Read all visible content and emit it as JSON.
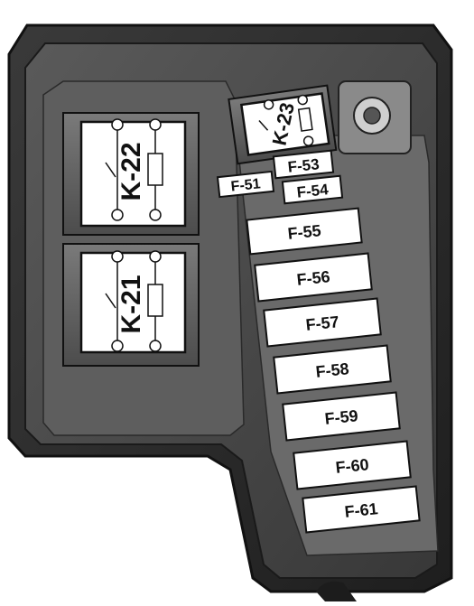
{
  "relays": [
    {
      "id": "k22",
      "label": "K-22"
    },
    {
      "id": "k21",
      "label": "K-21"
    },
    {
      "id": "k23",
      "label": "K-23"
    }
  ],
  "fuses": [
    {
      "id": "f51",
      "label": "F-51"
    },
    {
      "id": "f53",
      "label": "F-53"
    },
    {
      "id": "f54",
      "label": "F-54"
    },
    {
      "id": "f55",
      "label": "F-55"
    },
    {
      "id": "f56",
      "label": "F-56"
    },
    {
      "id": "f57",
      "label": "F-57"
    },
    {
      "id": "f58",
      "label": "F-58"
    },
    {
      "id": "f59",
      "label": "F-59"
    },
    {
      "id": "f60",
      "label": "F-60"
    },
    {
      "id": "f61",
      "label": "F-61"
    }
  ],
  "colors": {
    "housing": "#2b2b2b",
    "housing_inner": "#4a4a4a",
    "panel": "#6e6e6e",
    "label_bg": "#ffffff",
    "outline": "#111111"
  }
}
